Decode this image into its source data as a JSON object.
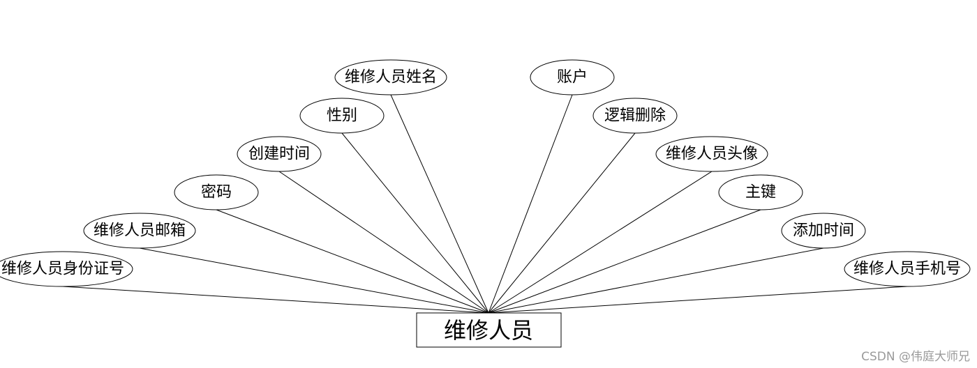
{
  "diagram": {
    "type": "er-diagram",
    "entity": {
      "label": "维修人员"
    },
    "attributes": [
      {
        "id": "id-card",
        "label": "维修人员身份证号"
      },
      {
        "id": "email",
        "label": "维修人员邮箱"
      },
      {
        "id": "password",
        "label": "密码"
      },
      {
        "id": "create-time",
        "label": "创建时间"
      },
      {
        "id": "gender",
        "label": "性别"
      },
      {
        "id": "name",
        "label": "维修人员姓名"
      },
      {
        "id": "account",
        "label": "账户"
      },
      {
        "id": "logical-delete",
        "label": "逻辑删除"
      },
      {
        "id": "avatar",
        "label": "维修人员头像"
      },
      {
        "id": "primary-key",
        "label": "主键"
      },
      {
        "id": "add-time",
        "label": "添加时间"
      },
      {
        "id": "phone",
        "label": "维修人员手机号"
      }
    ],
    "colors": {
      "stroke": "#000000",
      "background": "#ffffff",
      "watermark": "#9a9a9a"
    }
  },
  "watermark": {
    "text": "CSDN @伟庭大师兄"
  }
}
